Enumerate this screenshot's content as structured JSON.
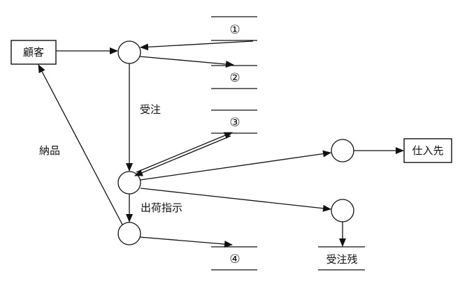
{
  "entities": {
    "customer": "顧客",
    "supplier": "仕入先"
  },
  "flows": {
    "order": "受注",
    "delivery": "納品",
    "shipping_instruction": "出荷指示"
  },
  "data_stores": {
    "store_1": "①",
    "store_2": "②",
    "store_3": "③",
    "store_4": "④",
    "backorder": "受注残"
  }
}
